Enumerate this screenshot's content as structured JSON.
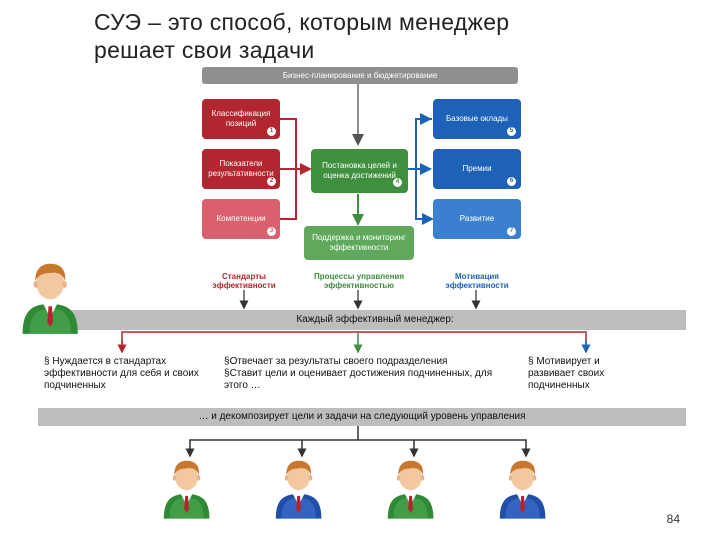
{
  "title_line1": "СУЭ – это способ, которым менеджер",
  "title_line2": "решает свои задачи",
  "top_bar": "Бизнес-планирование и бюджетирование",
  "left_boxes": [
    {
      "label": "Классификация позиций",
      "num": "1"
    },
    {
      "label": "Показатели результативности",
      "num": "2"
    },
    {
      "label": "Компетенции",
      "num": "3"
    }
  ],
  "center_boxes": [
    {
      "label": "Постановка целей и оценка достижений",
      "num": "4"
    },
    {
      "label": "Поддержка и мониторинг эффективности",
      "num": ""
    }
  ],
  "right_boxes": [
    {
      "label": "Базовые оклады",
      "num": "5"
    },
    {
      "label": "Премии",
      "num": "6"
    },
    {
      "label": "Развитие",
      "num": "7"
    }
  ],
  "column_headers": [
    "Стандарты эффективности",
    "Процессы управления эффективностью",
    "Мотивация эффективности"
  ],
  "manager_bar": "Каждый эффективный менеджер:",
  "bullets_left": "Нуждается в стандартах эффективности для себя и своих подчиненных",
  "bullets_center_1": "Отвечает за результаты своего подразделения",
  "bullets_center_2": "Ставит цели и оценивает достижения подчиненных, для этого …",
  "bullets_right": "Мотивирует и развивает своих подчиненных",
  "bottom_bar": "… и декомпозирует цели и задачи на следующий уровень управления",
  "page_number": "84",
  "colors": {
    "red": "#b3262f",
    "pink": "#d9606c",
    "green": "#3f8f3f",
    "blue": "#1d62b7",
    "gray": "#8f8f8f"
  },
  "people": [
    {
      "suit": "green"
    },
    {
      "suit": "green"
    },
    {
      "suit": "blue"
    },
    {
      "suit": "green"
    },
    {
      "suit": "blue"
    }
  ]
}
